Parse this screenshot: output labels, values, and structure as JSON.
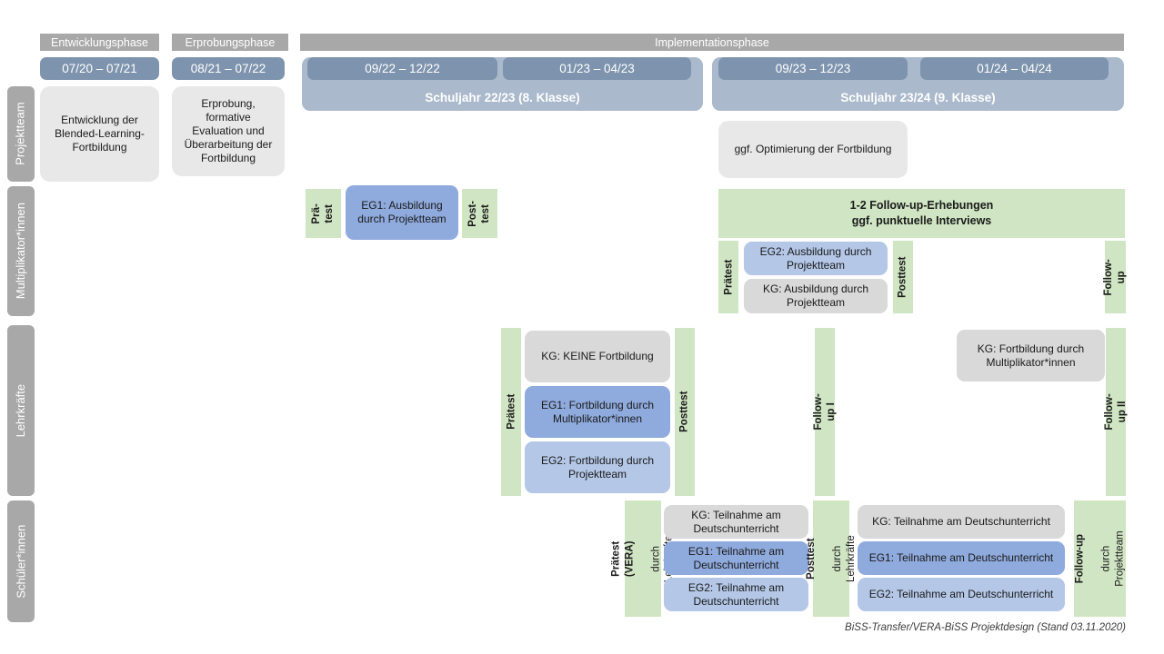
{
  "header": {
    "phases": [
      {
        "label": "Entwicklungsphase"
      },
      {
        "label": "Erprobungsphase"
      },
      {
        "label": "Implementationsphase"
      }
    ],
    "date_ranges": [
      "07/20 – 07/21",
      "08/21 – 07/22",
      "09/22 – 12/22",
      "01/23 – 04/23",
      "09/23 – 12/23",
      "01/24 – 04/24"
    ],
    "school_years": [
      "Schuljahr 22/23 (8. Klasse)",
      "Schuljahr 23/24 (9. Klasse)"
    ]
  },
  "rows": {
    "projektteam": {
      "label": "Projektteam",
      "entwicklung": "Entwicklung der Blended-Learning-Fortbildung",
      "erprobung": "Erprobung, formative Evaluation und Überarbeitung der Fortbildung",
      "optimierung": "ggf. Optimierung der Fortbildung"
    },
    "multiplikatoren": {
      "label": "Multiplikator*innen",
      "praetest_split": "Prä-\ntest",
      "eg1": "EG1: Ausbildung durch Projektteam",
      "posttest_split": "Post-\ntest",
      "followup_box": {
        "line1": "1-2 Follow-up-Erhebungen",
        "line2": "ggf. punktuelle Interviews"
      },
      "praetest": "Prätest",
      "eg2": "EG2: Ausbildung durch Projektteam",
      "kg": "KG: Ausbildung durch Projektteam",
      "posttest": "Posttest",
      "followup": "Follow-up"
    },
    "lehrkraefte": {
      "label": "Lehrkräfte",
      "praetest": "Prätest",
      "kg": "KG: KEINE Fortbildung",
      "eg1": "EG1: Fortbildung durch Multiplikator*innen",
      "eg2": "EG2: Fortbildung durch Projektteam",
      "posttest": "Posttest",
      "followup1": "Follow-up I",
      "kg2": "KG: Fortbildung durch Multiplikator*innen",
      "followup2": "Follow-up II"
    },
    "schueler": {
      "label": "Schüler*innen",
      "praetest": {
        "main": "Prätest (VERA)",
        "sub": "durch Lehrkräfte"
      },
      "kg1": "KG: Teilnahme am Deutschunterricht",
      "eg1a": "EG1: Teilnahme am Deutschunterricht",
      "eg2a": "EG2: Teilnahme am Deutschunterricht",
      "posttest": {
        "main": "Posttest",
        "sub": "durch Lehrkräfte"
      },
      "kg2": "KG: Teilnahme am Deutschunterricht",
      "eg1b": "EG1: Teilnahme am Deutschunterricht",
      "eg2b": "EG2: Teilnahme am Deutschunterricht",
      "followup": {
        "main": "Follow-up",
        "sub": "durch\nProjektteam"
      }
    }
  },
  "footer": "BiSS-Transfer/VERA-BiSS Projektdesign (Stand 03.11.2020)",
  "colors": {
    "phase_gray": "#a8a8a8",
    "date_blue": "#7e94ae",
    "year_band_blue": "#aab9cc",
    "light_gray_box": "#e9e8e8",
    "kg_gray": "#d9d9d9",
    "eg1_blue": "#8faadc",
    "eg2_blue": "#b4c7e7",
    "green": "#d0e5c3",
    "background": "#ffffff"
  }
}
